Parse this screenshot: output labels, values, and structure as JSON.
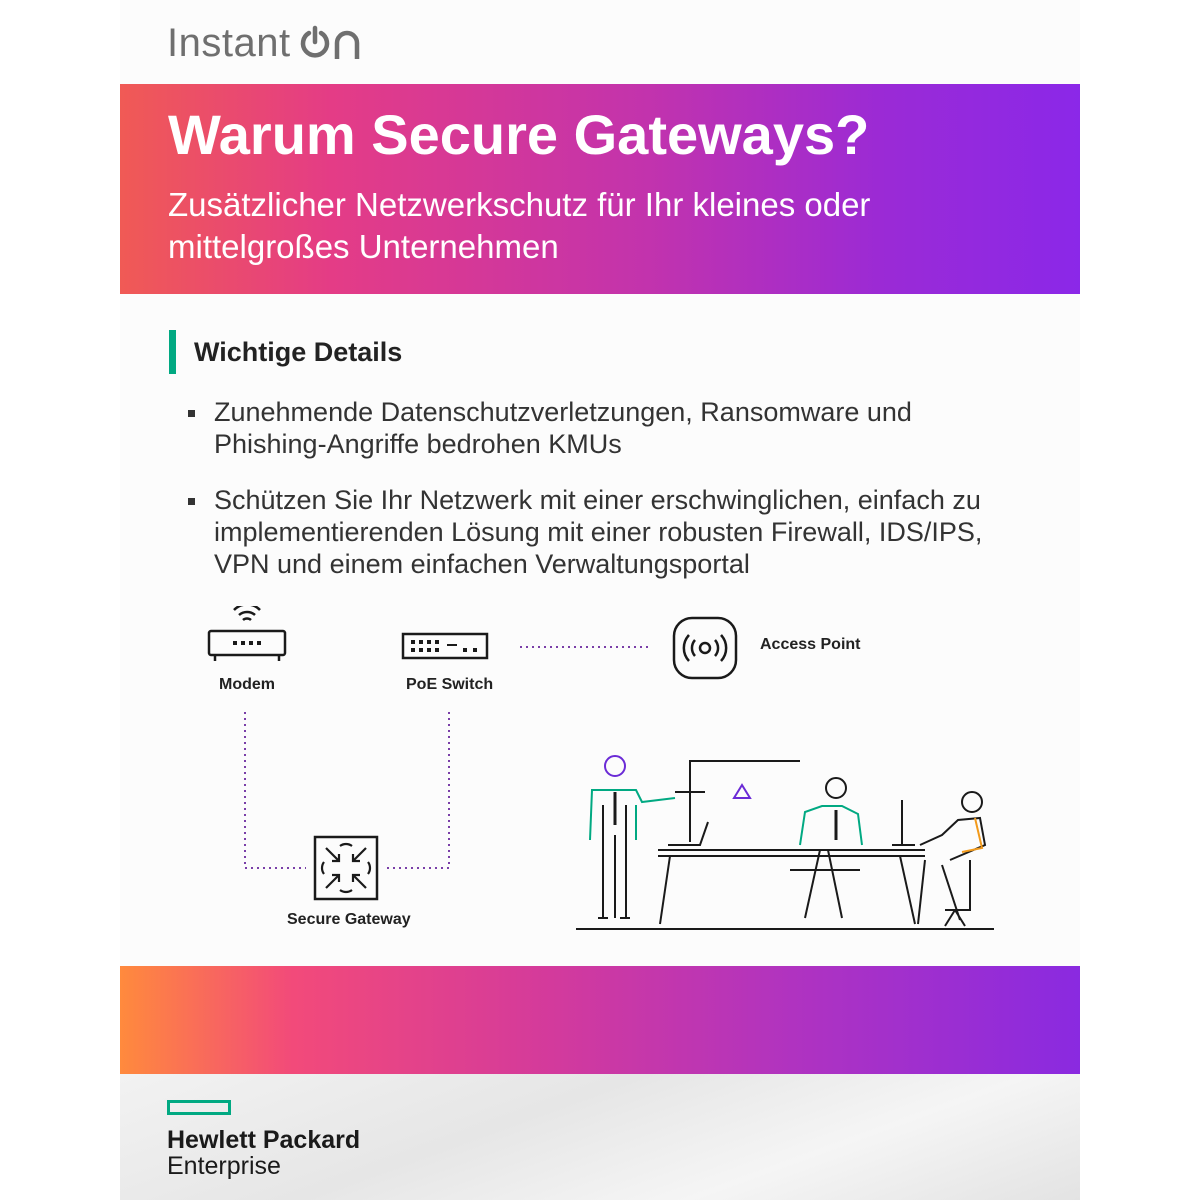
{
  "brand": {
    "product_word": "Instant",
    "product_mark": "On"
  },
  "hero": {
    "title": "Warum Secure Gateways?",
    "subtitle": "Zusätzlicher Netzwerkschutz für Ihr kleines oder mittelgroßes Unternehmen"
  },
  "details": {
    "heading": "Wichtige Details",
    "bullets": [
      "Zunehmende Datenschutzverletzungen, Ransomware und Phishing-Angriffe bedrohen KMUs",
      "Schützen Sie Ihr Netzwerk mit einer erschwinglichen, einfach zu implementierenden Lösung mit einer robusten Firewall, IDS/IPS, VPN und einem einfachen Verwaltungsportal"
    ]
  },
  "diagram": {
    "modem_label": "Modem",
    "switch_label": "PoE Switch",
    "access_point_label": "Access Point",
    "gateway_label": "Secure Gateway",
    "icons": [
      "modem-icon",
      "poe-switch-icon",
      "access-point-icon",
      "secure-gateway-icon",
      "office-illustration"
    ]
  },
  "footer": {
    "company_line1": "Hewlett Packard",
    "company_line2": "Enterprise"
  },
  "colors": {
    "accent_green": "#01a982",
    "hero_gradient_start": "#f05a55",
    "hero_gradient_end": "#8b28e8",
    "dotted_line": "#7a3fa8"
  }
}
